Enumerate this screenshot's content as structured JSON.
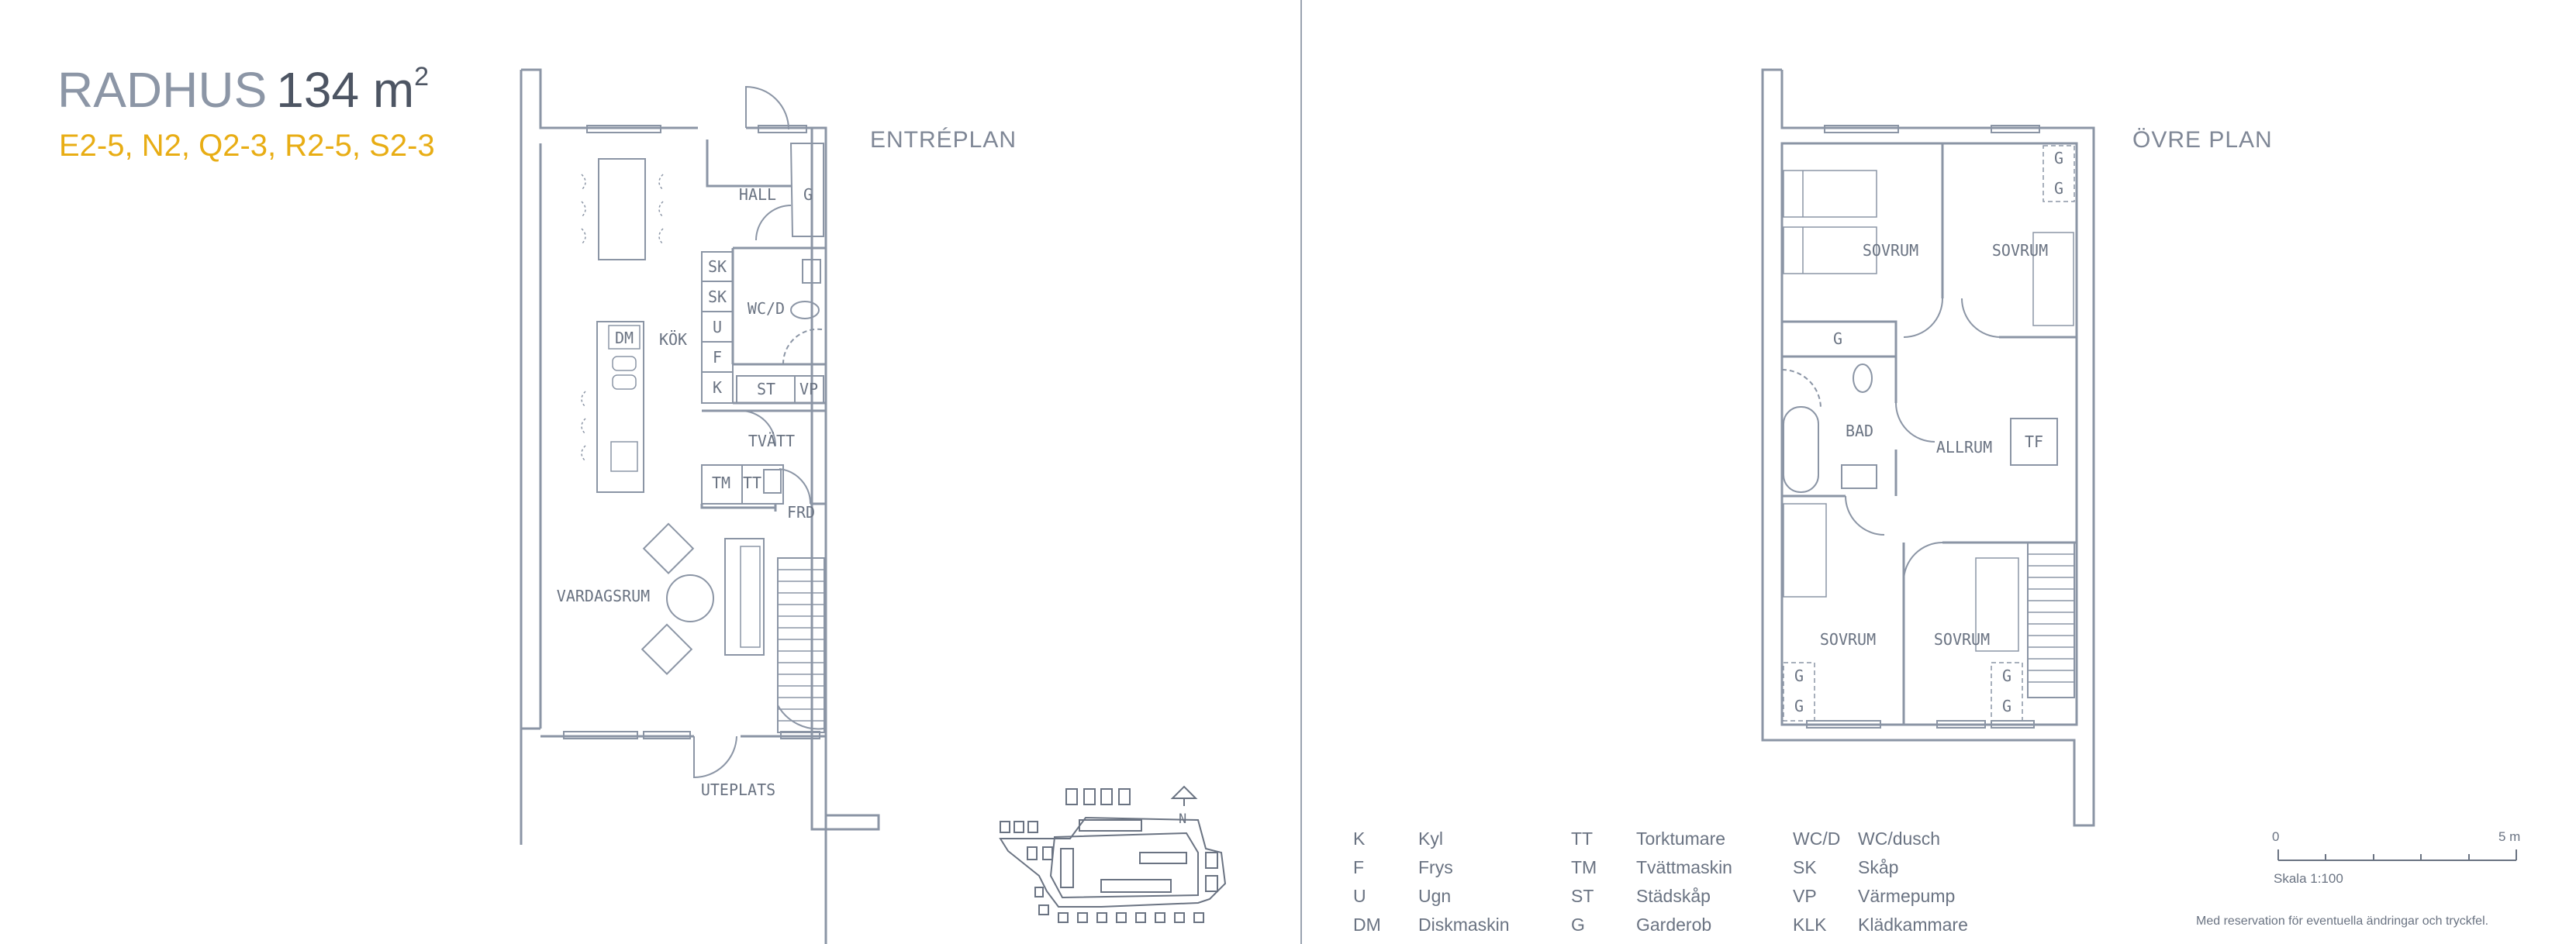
{
  "header": {
    "title": "RADHUS",
    "area": "134 m",
    "area_sup": "2",
    "units": "E2-5, N2, Q2-3, R2-5, S2-3"
  },
  "plans": {
    "ground": {
      "title": "ENTRÉPLAN",
      "rooms": {
        "hall": "HALL",
        "g": "G",
        "wcd": "WC/D",
        "kok": "KÖK",
        "dm": "DM",
        "sk1": "SK",
        "sk2": "SK",
        "u": "U",
        "f": "F",
        "k": "K",
        "st": "ST",
        "vp": "VP",
        "tvatt": "TVÄTT",
        "tm": "TM",
        "tt": "TT",
        "frd": "FRD",
        "vardagsrum": "VARDAGSRUM",
        "uteplats": "UTEPLATS"
      }
    },
    "upper": {
      "title": "ÖVRE PLAN",
      "rooms": {
        "sovrum1": "SOVRUM",
        "sovrum2": "SOVRUM",
        "sovrum3": "SOVRUM",
        "sovrum4": "SOVRUM",
        "g_closet": "G",
        "g_tr1": "G",
        "g_tr2": "G",
        "g_bl1": "G",
        "g_bl2": "G",
        "g_br1": "G",
        "g_br2": "G",
        "bad": "BAD",
        "allrum": "ALLRUM",
        "tf": "TF"
      }
    }
  },
  "compass": {
    "label": "N"
  },
  "legend": [
    [
      {
        "abbr": "K",
        "text": "Kyl"
      },
      {
        "abbr": "F",
        "text": "Frys"
      },
      {
        "abbr": "U",
        "text": "Ugn"
      },
      {
        "abbr": "DM",
        "text": "Diskmaskin"
      }
    ],
    [
      {
        "abbr": "TT",
        "text": "Torktumare"
      },
      {
        "abbr": "TM",
        "text": "Tvättmaskin"
      },
      {
        "abbr": "ST",
        "text": "Städskåp"
      },
      {
        "abbr": "G",
        "text": "Garderob"
      }
    ],
    [
      {
        "abbr": "WC/D",
        "text": "WC/dusch"
      },
      {
        "abbr": "SK",
        "text": "Skåp"
      },
      {
        "abbr": "VP",
        "text": "Värmepump"
      },
      {
        "abbr": "KLK",
        "text": "Klädkammare"
      }
    ]
  ],
  "scale": {
    "zero": "0",
    "end": "5 m",
    "label": "Skala 1:100"
  },
  "disclaimer": "Med reservation för eventuella ändringar och tryckfel."
}
